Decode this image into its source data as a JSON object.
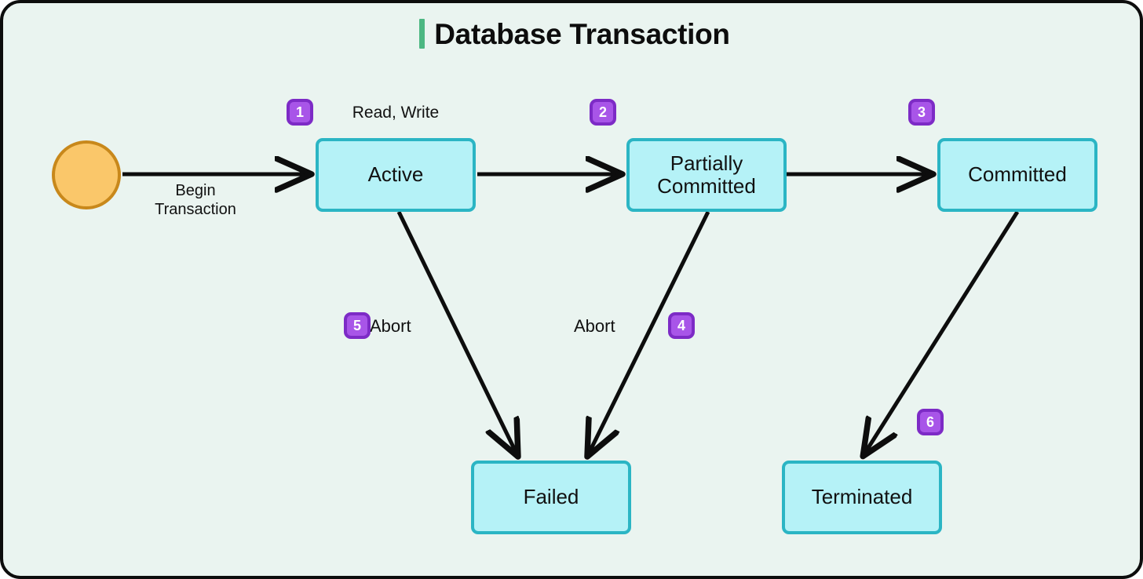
{
  "title": {
    "text": "Database Transaction",
    "accent_color": "#4cb782"
  },
  "theme": {
    "background": "#eaf4f0",
    "frame_border": "#0d0d0d",
    "node_fill": "#b5f2f7",
    "node_border": "#2bb5c4",
    "start_fill": "#fac76a",
    "start_border": "#c8881b",
    "badge_fill": "#a855e8",
    "badge_border": "#7d2bc6",
    "edge_color": "#0d0d0d",
    "text_color": "#111111"
  },
  "nodes": [
    {
      "id": "start",
      "label": "",
      "shape": "circle"
    },
    {
      "id": "active",
      "label": "Active",
      "shape": "box"
    },
    {
      "id": "partially-committed",
      "label": "Partially\nCommitted",
      "shape": "box"
    },
    {
      "id": "committed",
      "label": "Committed",
      "shape": "box"
    },
    {
      "id": "failed",
      "label": "Failed",
      "shape": "box"
    },
    {
      "id": "terminated",
      "label": "Terminated",
      "shape": "box"
    }
  ],
  "edges": [
    {
      "from": "start",
      "to": "active",
      "label": "Begin\nTransaction",
      "badge": ""
    },
    {
      "from": "active",
      "to": "partially-committed",
      "label": "Read, Write",
      "badge": "1"
    },
    {
      "from": "partially-committed",
      "to": "committed",
      "label": "",
      "badge": "2"
    },
    {
      "from": "committed",
      "to": "terminated",
      "label": "",
      "badge": "3"
    },
    {
      "from": "partially-committed",
      "to": "failed",
      "label": "Abort",
      "badge": "4"
    },
    {
      "from": "active",
      "to": "failed",
      "label": "Abort",
      "badge": "5"
    },
    {
      "from": "committed",
      "to": "terminated",
      "label": "",
      "badge": "6"
    }
  ],
  "badges": {
    "b1": "1",
    "b2": "2",
    "b3": "3",
    "b4": "4",
    "b5": "5",
    "b6": "6"
  },
  "labels": {
    "read_write": "Read, Write",
    "begin_transaction": "Begin\nTransaction",
    "abort_left": "Abort",
    "abort_right": "Abort"
  }
}
